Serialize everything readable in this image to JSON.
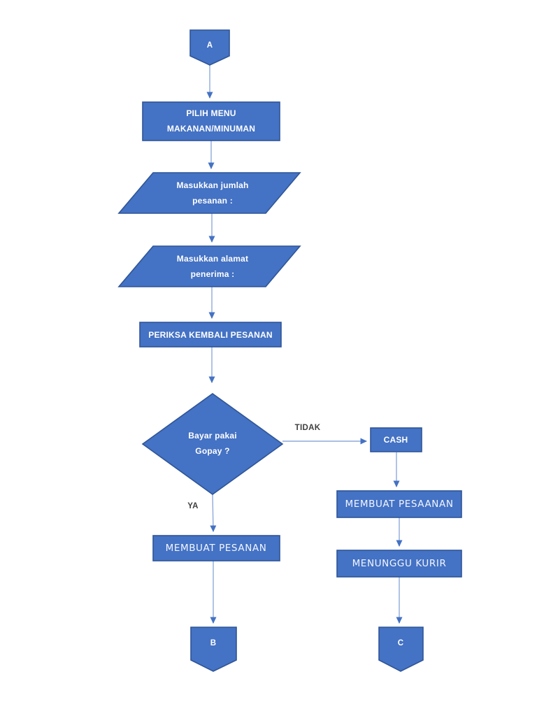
{
  "flowchart": {
    "nodes": {
      "connector_a": {
        "type": "off-page-connector",
        "label": "A"
      },
      "pilih_menu": {
        "type": "process",
        "label": "PILIH MENU\nMAKANAN/MINUMAN"
      },
      "input_jumlah": {
        "type": "input",
        "label": "Masukkan jumlah\npesanan :"
      },
      "input_alamat": {
        "type": "input",
        "label": "Masukkan alamat\npenerima :"
      },
      "periksa": {
        "type": "process",
        "label": "PERIKSA KEMBALI PESANAN"
      },
      "decision_gopay": {
        "type": "decision",
        "label": "Bayar pakai\nGopay ?"
      },
      "cash": {
        "type": "process",
        "label": "CASH"
      },
      "membuat_pesaanan": {
        "type": "process",
        "label": "MEMBUAT PESAANAN"
      },
      "menunggu_kurir": {
        "type": "process",
        "label": "MENUNGGU KURIR"
      },
      "membuat_pesanan": {
        "type": "process",
        "label": "MEMBUAT PESANAN"
      },
      "connector_b": {
        "type": "off-page-connector",
        "label": "B"
      },
      "connector_c": {
        "type": "off-page-connector",
        "label": "C"
      }
    },
    "edges": {
      "no_label": "TIDAK",
      "yes_label": "YA"
    },
    "colors": {
      "shape_fill": "#4472c4",
      "shape_border": "#2f5597",
      "connector_line": "#8faadc",
      "connector_head": "#4472c4",
      "label_text": "#ffffff",
      "edge_label_text": "#3f3f3f",
      "page_background": "#ffffff"
    }
  }
}
